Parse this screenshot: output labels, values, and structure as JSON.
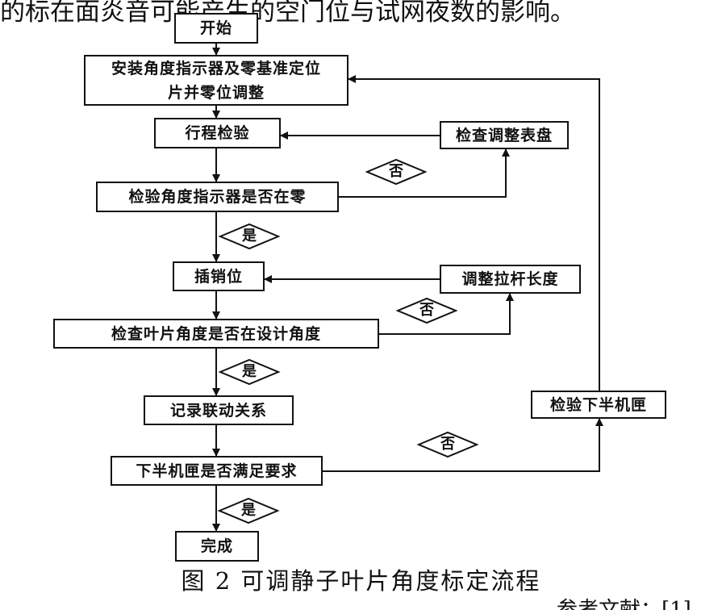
{
  "top_text": "的标在面炎音可能产生的空门位与试网夜数的影响。",
  "steps": {
    "start": "开始",
    "install": [
      "安装角度指示器及零基准定位",
      "片并零位调整"
    ],
    "travel_check": "行程检验",
    "check_zero": "检验角度指示器是否在零",
    "insert_pin": "插销位",
    "check_blade": "检查叶片角度是否在设计角度",
    "record": "记录联动关系",
    "check_lower": "下半机匣是否满足要求",
    "done": "完成",
    "adjust_dial": "检查调整表盘",
    "adjust_rod": "调整拉杆长度",
    "inspect_lower": "检验下半机匣"
  },
  "decisions": {
    "no_1": "否",
    "yes_1": "是",
    "no_2": "否",
    "yes_2": "是",
    "no_3": "否",
    "yes_3": "是"
  },
  "caption": "图 2   可调静子叶片角度标定流程",
  "bottom_text": "参考文献：[1]"
}
